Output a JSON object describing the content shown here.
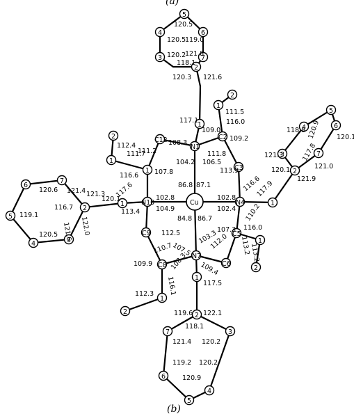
{
  "panel_top_caption": "(a)",
  "panel_caption": "(b)",
  "atoms": {
    "cu": "Cu",
    "n1": "N1",
    "n4": "N4",
    "n7": "N7",
    "n10": "N10",
    "c2": "C2",
    "c3": "C3",
    "c5": "C5",
    "c6": "C6",
    "c8": "C8",
    "c9": "C9",
    "c11": "1",
    "c12": "C12",
    "t1": "1",
    "t2": "2",
    "t3": "3",
    "t4": "4",
    "t5": "5",
    "t6": "6",
    "t7": "7",
    "e1": "1",
    "e2": "2",
    "l1": "1",
    "l2": "2",
    "l3": "3",
    "l4": "4",
    "l5": "5",
    "l6": "6",
    "l7": "7",
    "m1": "1",
    "m2": "2",
    "r1": "1",
    "r2": "2",
    "r3": "3",
    "r4": "4",
    "r5": "5",
    "r6": "6",
    "r7": "7",
    "k1": "1",
    "k2": "2",
    "b1": "1",
    "b2": "2",
    "b3": "3",
    "b4": "4",
    "b5": "5",
    "b6": "6",
    "b7": "7",
    "j1": "1",
    "j2": "2"
  },
  "angles": {
    "top": [
      "120.5",
      "120.5",
      "119.0",
      "120.2",
      "121.8",
      "118.1",
      "120.3",
      "121.6",
      "117.1",
      "109.0",
      "111.5",
      "116.0",
      "108.3",
      "109.2",
      "111.8",
      "106.5",
      "104.2",
      "113.9"
    ],
    "left": [
      "112.4",
      "111.7",
      "111.2",
      "116.6",
      "107.8",
      "121.3",
      "120.1",
      "117.6",
      "121.4",
      "120.6",
      "116.7",
      "119.1",
      "122.0",
      "120.5",
      "121.6",
      "113.4"
    ],
    "center": [
      "86.8",
      "87.1",
      "102.8",
      "102.8",
      "104.9",
      "102.4",
      "84.8",
      "86.7"
    ],
    "right": [
      "118.8",
      "120.9",
      "120.1",
      "121.3",
      "117.8",
      "121.0",
      "120.1",
      "121.9",
      "116.6",
      "117.9",
      "110.2",
      "107.3",
      "116.0",
      "113.2",
      "113.2"
    ],
    "bottom": [
      "112.5",
      "110.7",
      "107.5",
      "103.3",
      "112.0",
      "109.9",
      "108.3",
      "109.4",
      "116.1",
      "117.5",
      "112.3",
      "119.6",
      "122.1",
      "118.1",
      "121.4",
      "120.2",
      "119.2",
      "120.2",
      "120.9"
    ]
  }
}
